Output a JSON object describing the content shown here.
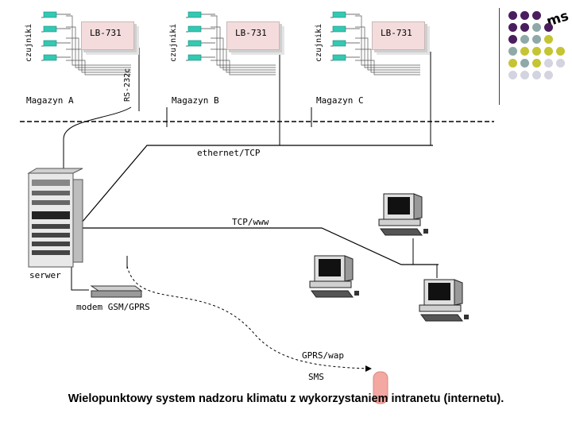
{
  "sensors_label": "czujniki",
  "controller_label": "LB-731",
  "warehouses": [
    "Magazyn A",
    "Magazyn B",
    "Magazyn C"
  ],
  "rs232_label": "RS-232c",
  "ethernet_label": "ethernet/TCP",
  "tcp_www_label": "TCP/www",
  "server_label": "serwer",
  "modem_label": "modem GSM/GPRS",
  "gprs_label": "GPRS/wap",
  "sms_label": "SMS",
  "caption": "Wielopunktowy system nadzoru klimatu z wykorzystaniem intranetu (internetu).",
  "logo_text": "ms",
  "colors": {
    "sensor": "#33c9b3",
    "controller_bg": "#f4dcdc",
    "logo_purple": "#4a1e5e",
    "logo_teal": "#8fa9a8",
    "logo_yellow": "#c5c434",
    "logo_light": "#d4d4e0"
  }
}
